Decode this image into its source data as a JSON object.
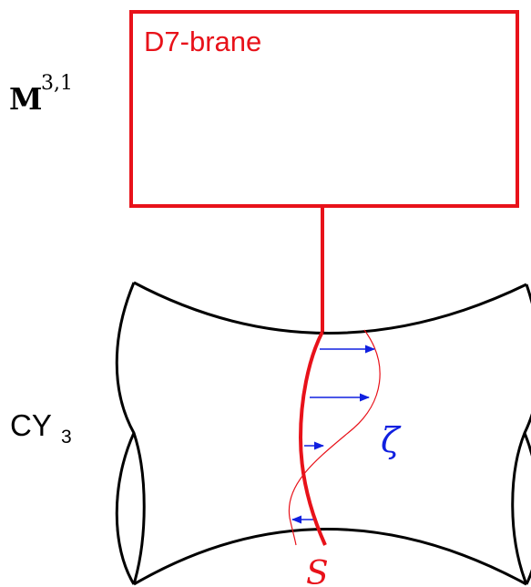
{
  "labels": {
    "brane_label": "D7-brane",
    "spacetime_base": "M",
    "spacetime_sup": "3,1",
    "cy_base": "CY",
    "cy_sub": "3",
    "deformation_symbol": "ζ",
    "cycle_symbol": "S"
  },
  "colors": {
    "brane": "#e8121a",
    "deformation": "#1020e0",
    "outline": "#000000"
  }
}
